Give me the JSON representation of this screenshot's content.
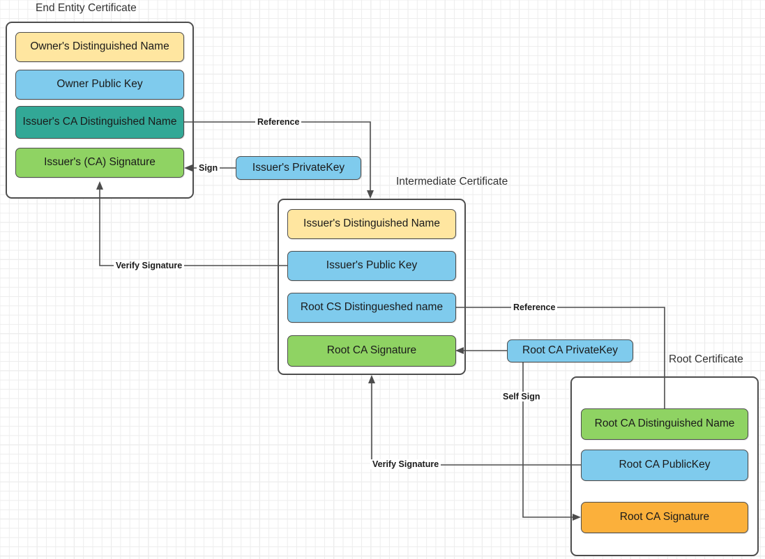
{
  "diagram": {
    "title_end_entity": "End Entity Certificate",
    "title_intermediate": "Intermediate Certificate",
    "title_root": "Root Certificate"
  },
  "colors": {
    "yellow": "#ffe6a0",
    "blue": "#7fcbed",
    "teal": "#32a896",
    "green": "#8fd363",
    "orange": "#fbb03b",
    "border": "#4d4d4d",
    "container_bg": "#ffffff",
    "grid_minor": "#ededed",
    "grid_major": "#dcdcdc"
  },
  "end_entity_certificate": {
    "title": "End Entity Certificate",
    "fields": [
      {
        "label": "Owner's Distinguished Name",
        "color": "yellow"
      },
      {
        "label": "Owner Public  Key",
        "color": "blue"
      },
      {
        "label": "Issuer's CA Distinguished Name",
        "color": "teal"
      },
      {
        "label": "Issuer's (CA) Signature",
        "color": "green"
      }
    ]
  },
  "intermediate_certificate": {
    "title": "Intermediate Certificate",
    "fields": [
      {
        "label": "Issuer's Distinguished Name",
        "color": "yellow"
      },
      {
        "label": "Issuer's Public  Key",
        "color": "blue"
      },
      {
        "label": "Root CS Distingueshed name",
        "color": "blue"
      },
      {
        "label": "Root CA Signature",
        "color": "green"
      }
    ]
  },
  "root_certificate": {
    "title": "Root Certificate",
    "fields": [
      {
        "label": "Root CA Distinguished Name",
        "color": "green"
      },
      {
        "label": "Root CA PublicKey",
        "color": "blue"
      },
      {
        "label": "Root CA Signature",
        "color": "orange"
      }
    ]
  },
  "keys": {
    "issuer_private_key": "Issuer's PrivateKey",
    "root_ca_private_key": "Root CA PrivateKey"
  },
  "edge_labels": {
    "reference_top": "Reference",
    "sign": "Sign",
    "verify_signature_top": "Verify Signature",
    "reference_bottom": "Reference",
    "self_sign": "Self Sign",
    "verify_signature_bottom": "Verify Signature"
  }
}
